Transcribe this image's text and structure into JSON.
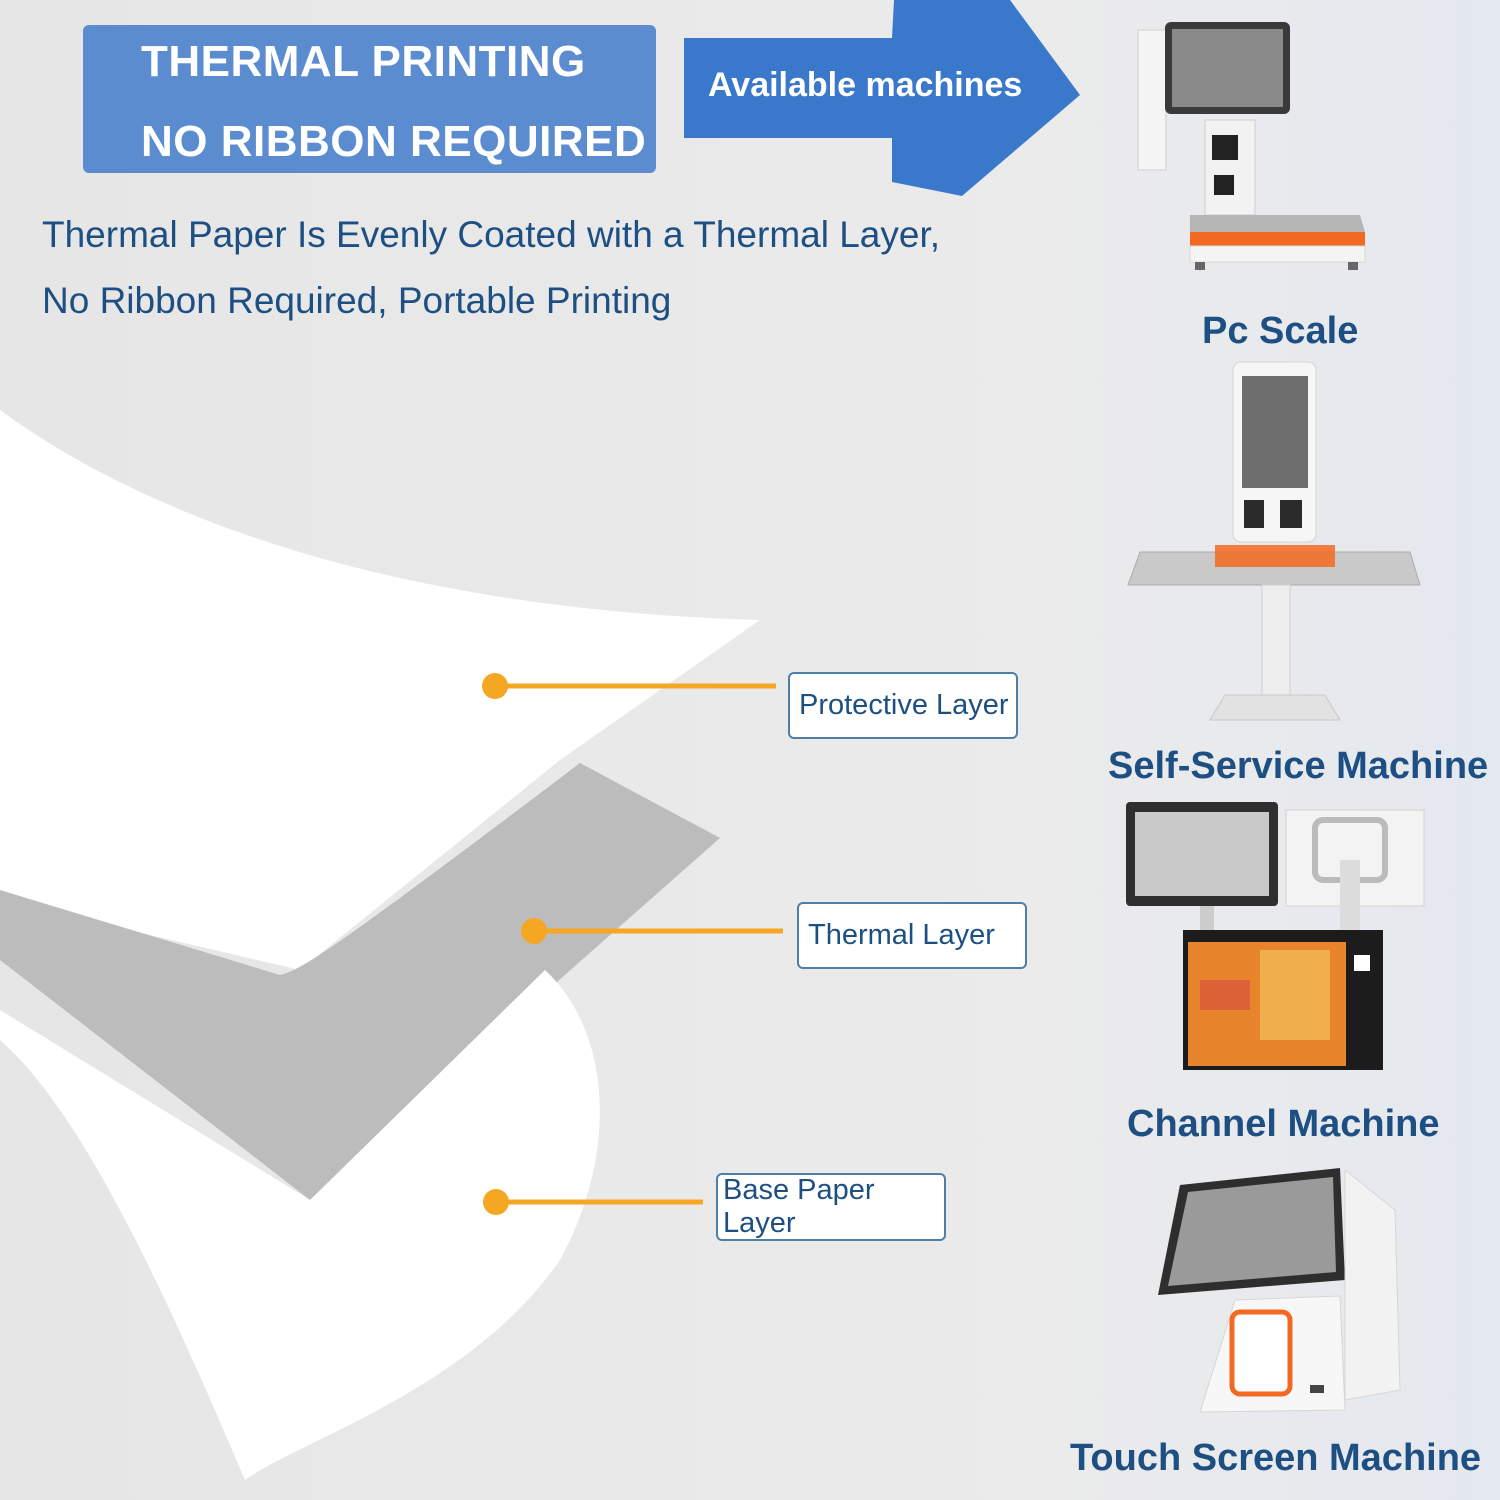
{
  "header": {
    "banner_line1": "THERMAL PRINTING",
    "banner_line2": "NO RIBBON REQUIRED",
    "arrow_label": "Available machines"
  },
  "description": {
    "line1": "Thermal Paper Is Evenly Coated with a Thermal Layer,",
    "line2": "No Ribbon Required, Portable Printing"
  },
  "layers": [
    {
      "label": "Protective Layer"
    },
    {
      "label": "Thermal Layer"
    },
    {
      "label": "Base Paper Layer"
    }
  ],
  "machines": [
    {
      "label": "Pc Scale",
      "icon": "pc-scale-icon"
    },
    {
      "label": "Self-Service Machine",
      "icon": "self-service-kiosk-icon"
    },
    {
      "label": "Channel Machine",
      "icon": "channel-machine-icon"
    },
    {
      "label": "Touch Screen Machine",
      "icon": "touch-screen-pos-icon"
    }
  ],
  "colors": {
    "banner_blue": "#5b8cd0",
    "arrow_blue": "#3a78cc",
    "text_blue": "#1e4f82",
    "connector_orange": "#f5a623",
    "thermal_grey": "#bcbcbc",
    "machine_orange": "#f26a21"
  }
}
